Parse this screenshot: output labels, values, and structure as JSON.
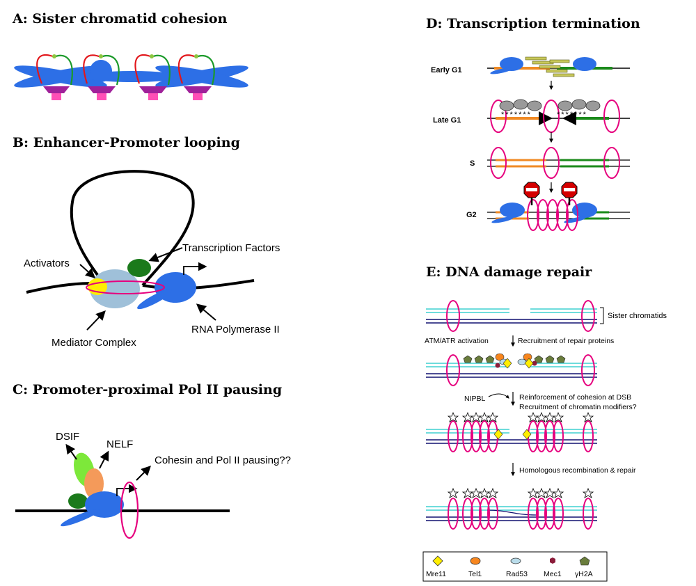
{
  "panels": {
    "a": {
      "title": "A: Sister chromatid cohesion"
    },
    "b": {
      "title": "B: Enhancer-Promoter looping",
      "labels": {
        "transcription_factors": "Transcription Factors",
        "activators": "Activators",
        "mediator": "Mediator Complex",
        "pol2": "RNA Polymerase II"
      }
    },
    "c": {
      "title": "C: Promoter-proximal Pol II pausing",
      "labels": {
        "dsif": "DSIF",
        "nelf": "NELF",
        "cohesin_pausing": "Cohesin and Pol II pausing??"
      }
    },
    "d": {
      "title": "D: Transcription termination",
      "stages": [
        "Early G1",
        "Late G1",
        "S",
        "G2"
      ]
    },
    "e": {
      "title": "E: DNA damage repair",
      "labels": {
        "sister_chromatids": "Sister chromatids",
        "atm_atr": "ATM/ATR activation",
        "recruit_repair": "Recruitment of repair proteins",
        "nipbl": "NIPBL",
        "reinforce": "Reinforcement of cohesion at DSB",
        "recruit_chromatin": "Recruitment of chromatin modifiers?",
        "homologous": "Homologous recombination & repair"
      },
      "legend": [
        {
          "label": "Mre11",
          "color": "#ffee00",
          "shape": "diamond"
        },
        {
          "label": "Tel1",
          "color": "#f7861e",
          "shape": "ellipse"
        },
        {
          "label": "Rad53",
          "color": "#b9dcea",
          "shape": "ellipse"
        },
        {
          "label": "Mec1",
          "color": "#8b1c3a",
          "shape": "hexagon"
        },
        {
          "label": "γH2A",
          "color": "#6a7d3c",
          "shape": "pentagon"
        }
      ]
    }
  },
  "colors": {
    "cohesin_ring": "#e6007e",
    "pol2_blue": "#2d6fe6",
    "chromatid_cyan": "#3fd0d0",
    "chromatid_navy": "#101070",
    "orange_gene": "#f08a24",
    "green_gene": "#1b8a1b",
    "stop_red": "#d40000"
  }
}
